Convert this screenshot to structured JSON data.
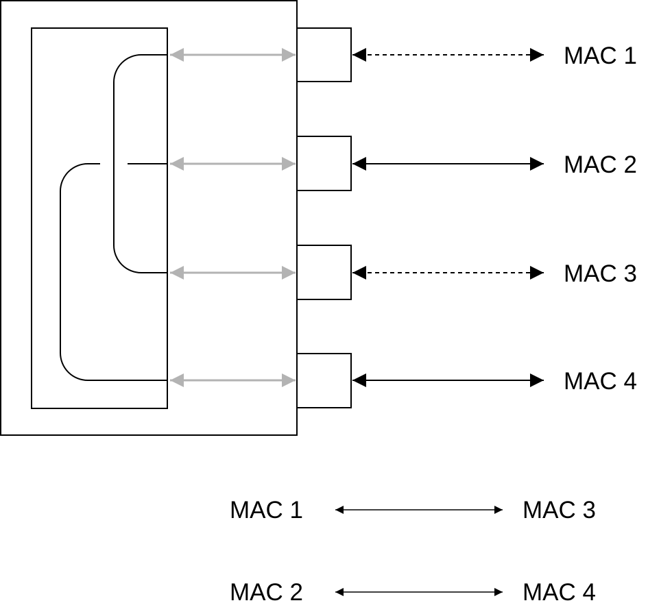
{
  "colors": {
    "line": "#000000",
    "internal_link": "#b3b3b3",
    "background": "#ffffff"
  },
  "ports": [
    {
      "label": "MAC 1",
      "link_style": "dashed"
    },
    {
      "label": "MAC 2",
      "link_style": "solid"
    },
    {
      "label": "MAC 3",
      "link_style": "dashed"
    },
    {
      "label": "MAC 4",
      "link_style": "solid"
    }
  ],
  "mappings": [
    {
      "from": "MAC 1",
      "to": "MAC 3"
    },
    {
      "from": "MAC 2",
      "to": "MAC 4"
    }
  ]
}
